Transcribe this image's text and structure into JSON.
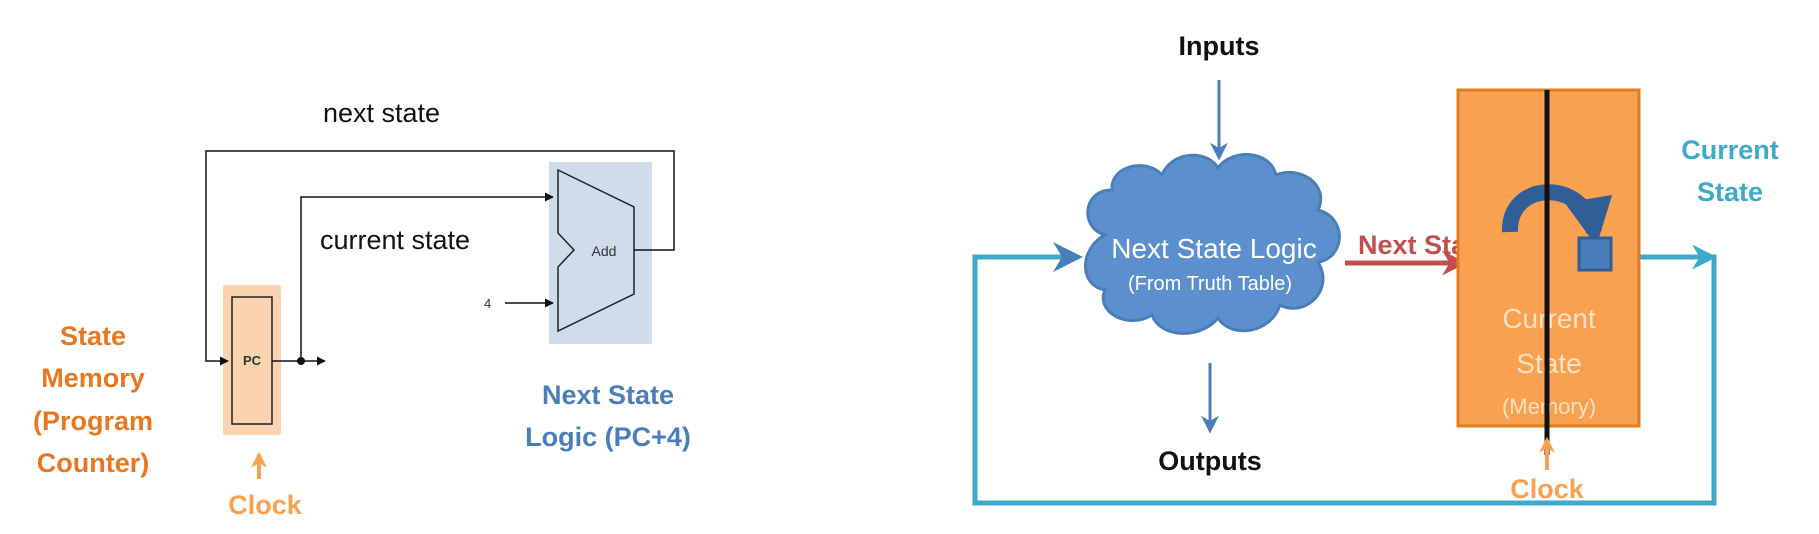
{
  "left_diagram": {
    "next_state_label": "next state",
    "current_state_label": "current state",
    "pc_label": "PC",
    "add_label": "Add",
    "four_label": "4",
    "state_memory_lines": [
      "State",
      "Memory",
      "(Program",
      "Counter)"
    ],
    "clock_label": "Clock",
    "next_state_logic_lines": [
      "Next State",
      "Logic (PC+4)"
    ]
  },
  "right_diagram": {
    "inputs_label": "Inputs",
    "outputs_label": "Outputs",
    "cloud_title": "Next State Logic",
    "cloud_subtitle": "(From Truth Table)",
    "next_state_label": "Next State",
    "memory_lines": [
      "Current",
      "State",
      "(Memory)"
    ],
    "current_state_lines": [
      "Current",
      "State"
    ],
    "clock_label": "Clock"
  },
  "colors": {
    "orange_text": "#e87722",
    "blue_text": "#4a7ebb",
    "teal_text": "#3fa9c9",
    "red_text": "#c0504d",
    "cloud_fill": "#5b8fce",
    "memory_fill": "#f9a150",
    "pc_highlight": "#fbd3b0",
    "add_highlight": "#cfdcec"
  }
}
